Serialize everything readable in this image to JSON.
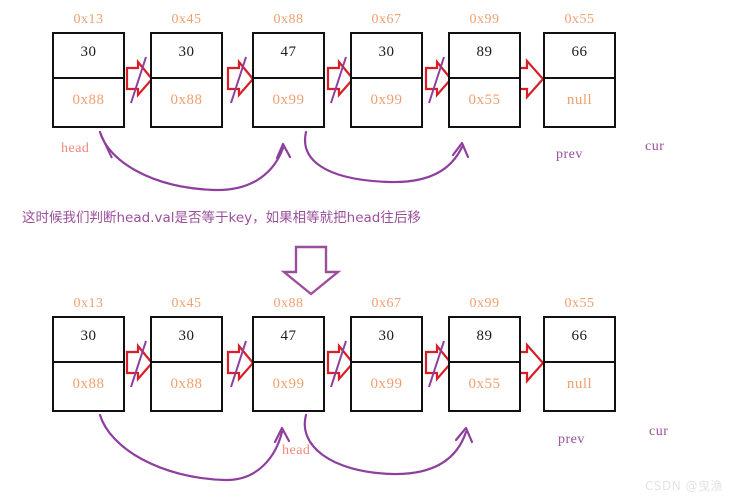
{
  "figure": {
    "title": "Linked list remove-elements diagram",
    "caption": "这时候我们判断head.val是否等于key，如果相等就把head往后移",
    "watermark": "CSDN @曳渔",
    "colors": {
      "node_border": "#111111",
      "address_text": "#f0a070",
      "value_text": "#1b1b1b",
      "red_arrow": "#d81f27",
      "purple": "#9b4f9b",
      "head_label": "#f08a7a",
      "background": "#ffffff"
    }
  },
  "top_diagram": {
    "nodes": [
      {
        "addr": "0x13",
        "val": "30",
        "next": "0x88"
      },
      {
        "addr": "0x45",
        "val": "30",
        "next": "0x88"
      },
      {
        "addr": "0x88",
        "val": "47",
        "next": "0x99"
      },
      {
        "addr": "0x67",
        "val": "30",
        "next": "0x99"
      },
      {
        "addr": "0x99",
        "val": "89",
        "next": "0x55"
      },
      {
        "addr": "0x55",
        "val": "66",
        "next": "null"
      }
    ],
    "pointers": [
      {
        "name": "head",
        "target_index": 0
      },
      {
        "name": "prev",
        "target_index": 5
      },
      {
        "name": "cur",
        "target_index": 6
      }
    ],
    "labels": {
      "head": "head",
      "prev": "prev",
      "cur": "cur"
    }
  },
  "bottom_diagram": {
    "nodes": [
      {
        "addr": "0x13",
        "val": "30",
        "next": "0x88"
      },
      {
        "addr": "0x45",
        "val": "30",
        "next": "0x88"
      },
      {
        "addr": "0x88",
        "val": "47",
        "next": "0x99"
      },
      {
        "addr": "0x67",
        "val": "30",
        "next": "0x99"
      },
      {
        "addr": "0x99",
        "val": "89",
        "next": "0x55"
      },
      {
        "addr": "0x55",
        "val": "66",
        "next": "null"
      }
    ],
    "pointers": [
      {
        "name": "head",
        "target_index": 2
      },
      {
        "name": "prev",
        "target_index": 5
      },
      {
        "name": "cur",
        "target_index": 6
      }
    ],
    "labels": {
      "head": "head",
      "prev": "prev",
      "cur": "cur"
    }
  },
  "transition": {
    "icon": "down-arrow-icon"
  }
}
